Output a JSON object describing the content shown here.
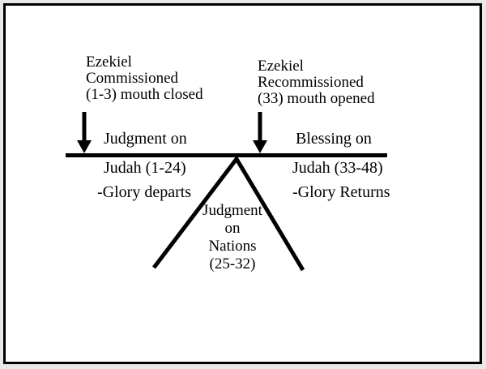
{
  "colors": {
    "ink": "#000000",
    "background": "#ffffff",
    "frame_border": "#000000",
    "outer_edge": "#e8e8e8"
  },
  "annotations": {
    "left": {
      "lines": [
        "Ezekiel",
        "Commissioned",
        "(1-3) mouth closed"
      ]
    },
    "right": {
      "lines": [
        "Ezekiel",
        "Recommissioned",
        "(33) mouth opened"
      ]
    }
  },
  "timeline": {
    "left_section": {
      "label_above": "Judgment on",
      "label_below": "Judah (1-24)",
      "note": "-Glory departs"
    },
    "right_section": {
      "label_above": "Blessing on",
      "label_below": "Judah (33-48)",
      "note": "-Glory Returns"
    }
  },
  "nations_section": {
    "lines": [
      "Judgment",
      "on",
      "Nations",
      "(25-32)"
    ]
  }
}
